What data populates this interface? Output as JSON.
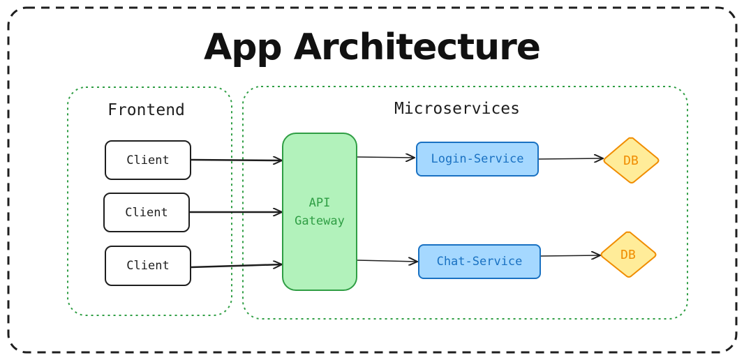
{
  "title": "App Architecture",
  "groups": {
    "frontend": {
      "label": "Frontend"
    },
    "microservices": {
      "label": "Microservices"
    }
  },
  "clients": [
    "Client",
    "Client",
    "Client"
  ],
  "gateway": {
    "label": "API\nGateway"
  },
  "services": {
    "login": "Login-Service",
    "chat": "Chat-Service"
  },
  "databases": [
    "DB",
    "DB"
  ],
  "colors": {
    "outline": "#1e1e1e",
    "group_border": "#2f9e44",
    "gateway_fill": "#b2f2bb",
    "gateway_stroke": "#2f9e44",
    "service_fill": "#a5d8ff",
    "service_stroke": "#1971c2",
    "db_fill": "#ffec99",
    "db_stroke": "#f08c00"
  }
}
